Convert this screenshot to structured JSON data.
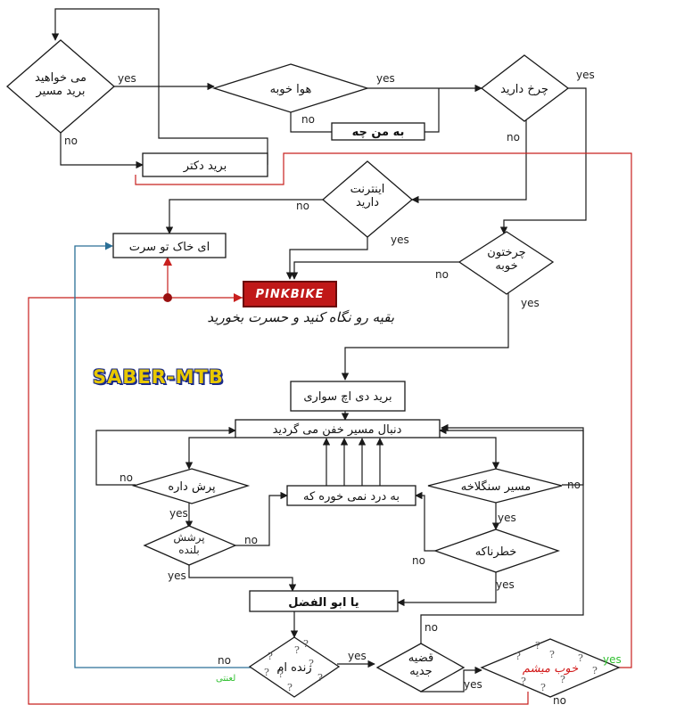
{
  "nodes": {
    "want_ride": "می خواهید|برید مسیر",
    "weather_ok": "هوا خوبه",
    "so_what": "به من چه",
    "have_bike": "چرخ دارید",
    "go_doctor": "برید دکتر",
    "have_internet": "اینترنت|دارید",
    "dust_on_you": "ای خاک تو سرت",
    "bike_ok": "چرختون|خوبه",
    "rest_caption": "بقیه رو نگاه کنید و حسرت بخورید",
    "go_riding": "برید دی اچ سواری",
    "find_route": "دنبال مسیر خفن می گردید",
    "jump_exists": "پرش داره",
    "jump_high": "پرشش|بلنده",
    "not_worth": "به درد نمی خوره که",
    "rocky_route": "مسیر سنگلاخه",
    "dangerous": "خطرناکه",
    "ya_abolfazl": "یا ابو الفضل",
    "alive": "زنده ام",
    "case_new": "قضیه|جدیه",
    "get_well": "خوب میشم"
  },
  "labels": {
    "yes": "yes",
    "no": "no",
    "dead": "لعنتی"
  },
  "logos": {
    "pinkbike": "PINKBIKE",
    "saber": "SABER-MTB"
  },
  "colors": {
    "line": "#1a1a1a",
    "red_line": "#c8201e",
    "blue_line": "#2a6f96",
    "green_label": "#2fbf2f",
    "red_text": "#d21a1a",
    "dot": "#9a1010"
  }
}
